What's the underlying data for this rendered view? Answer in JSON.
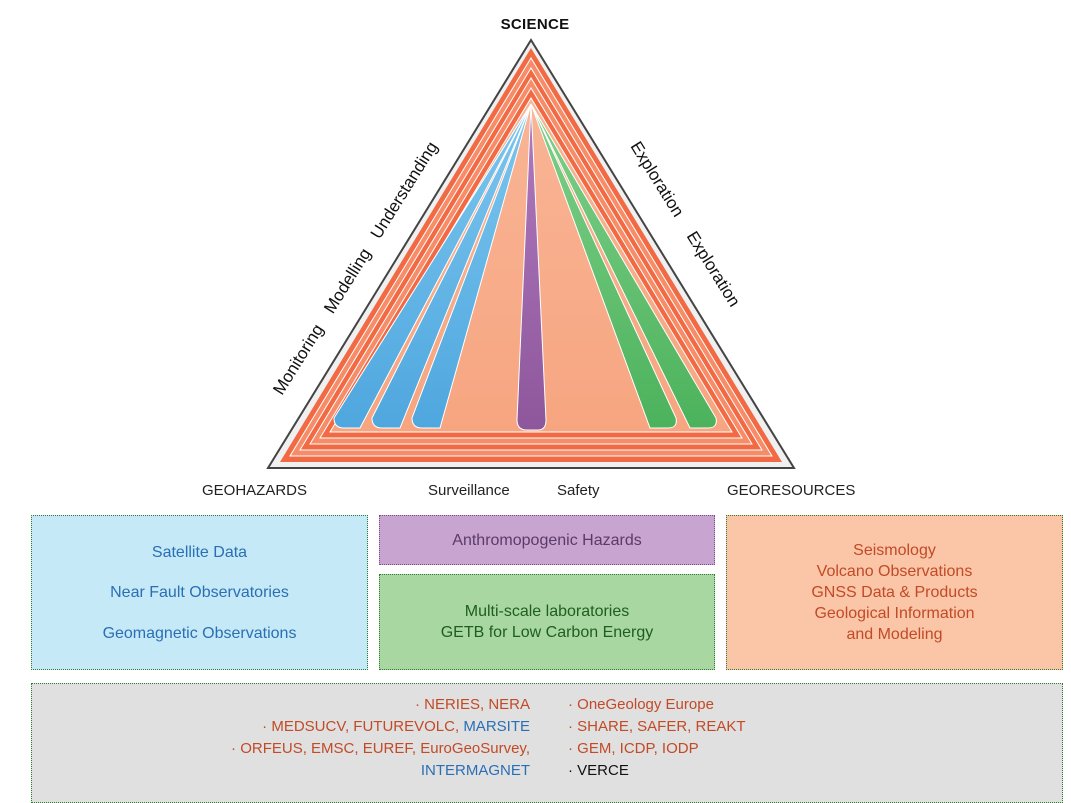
{
  "triangle": {
    "top_label": "SCIENCE",
    "left_label": "GEOHAZARDS",
    "right_label": "GEORESOURCES",
    "bottom_left_label": "Surveillance",
    "bottom_right_label": "Safety",
    "left_edge_labels": [
      "Monitoring",
      "Modelling",
      "Understanding"
    ],
    "right_edge_labels": [
      "Exploration",
      "Exploration"
    ],
    "colors": {
      "outer": "#f57a52",
      "inner": "#f8b18f",
      "blue": "#5fb4e6",
      "green": "#5fbf6c",
      "purple": "#9a62a8"
    }
  },
  "boxes": {
    "blue": {
      "items": [
        "Satellite Data",
        "Near Fault Observatories",
        "Geomagnetic Observations"
      ]
    },
    "purple": {
      "items": [
        "Anthromopogenic Hazards"
      ]
    },
    "green": {
      "items": [
        "Multi-scale laboratories",
        "GETB for Low Carbon Energy"
      ]
    },
    "orange": {
      "items": [
        "Seismology",
        "Volcano Observations",
        "GNSS Data & Products",
        "Geological Information",
        "and Modeling"
      ]
    }
  },
  "projects": {
    "left": {
      "row1": "· NERIES, NERA",
      "row2_red": "· MEDSUCV, FUTUREVOLC, ",
      "row2_blue": "MARSITE",
      "row3": "· ORFEUS, EMSC, EUREF, EuroGeoSurvey,",
      "row4": "INTERMAGNET"
    },
    "right": {
      "row1": "· OneGeology Europe",
      "row2": "· SHARE, SAFER, REAKT",
      "row3": "· GEM, ICDP, IODP",
      "row4": "· VERCE"
    }
  }
}
